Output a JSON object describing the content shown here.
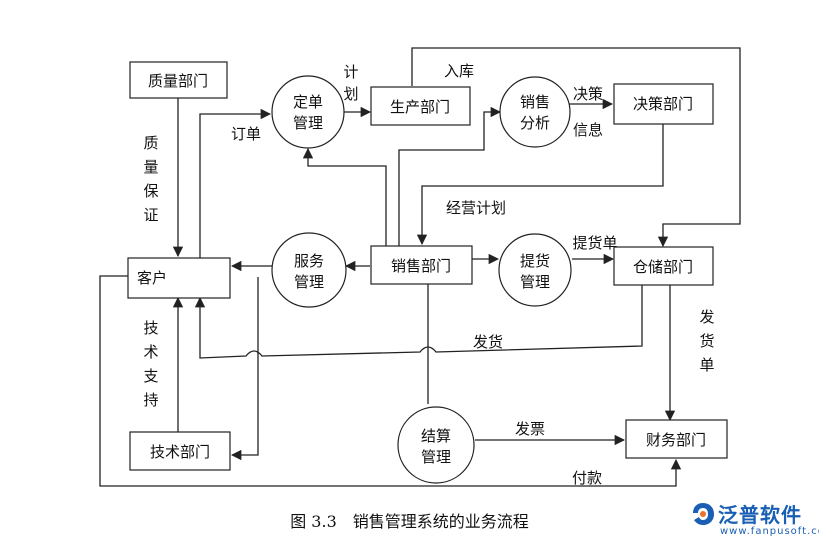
{
  "nodes": {
    "quality_dept": "质量部门",
    "customer": "客户",
    "tech_dept": "技术部门",
    "order_mgmt": "定单\n管理",
    "production_dept": "生产部门",
    "sales_analysis": "销售\n分析",
    "decision_dept": "决策部门",
    "service_mgmt": "服务\n管理",
    "sales_dept": "销售部门",
    "pickup_mgmt": "提货\n管理",
    "warehouse_dept": "仓储部门",
    "settlement_mgmt": "结算\n管理",
    "finance_dept": "财务部门"
  },
  "labels": {
    "quality_assurance": "质\n量\n保\n证",
    "order": "订单",
    "plan": "计\n划",
    "warehousing": "入库",
    "decision_info": "决策\n信息",
    "business_plan": "经营计划",
    "delivery_note": "提货单",
    "tech_support": "技\n术\n支\n持",
    "shipping": "发货",
    "shipping_order": "发\n货\n单",
    "invoice": "发票",
    "payment": "付款"
  },
  "caption": "图 3.3　销售管理系统的业务流程",
  "logo": {
    "name": "泛普软件",
    "url": "www.fanpusoft.com",
    "color": "#1a5fb4"
  }
}
